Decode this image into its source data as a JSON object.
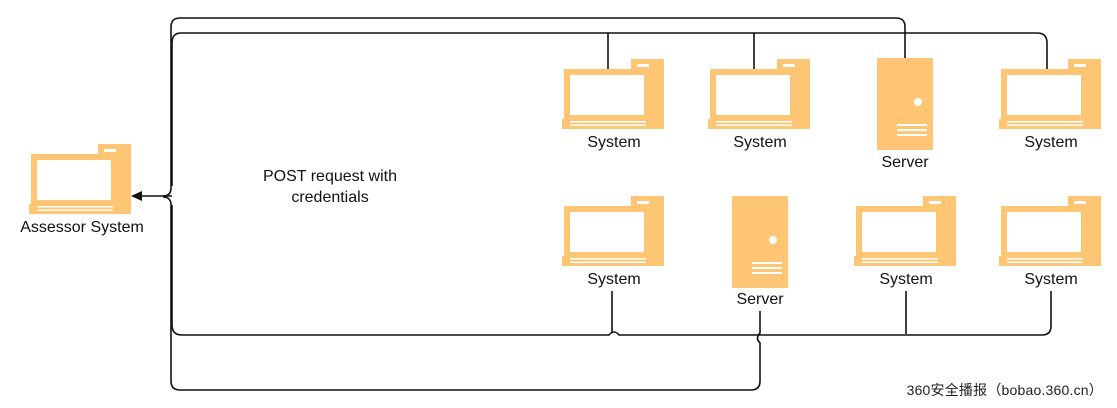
{
  "colors": {
    "node_fill": "#fec575",
    "node_fill_dark": "#f8b652",
    "line": "#111111",
    "background": "#ffffff"
  },
  "assessor": {
    "label": "Assessor System",
    "icon": "desktop-computer-icon"
  },
  "connector_label": {
    "line1": "POST request with",
    "line2": "credentials"
  },
  "nodes": [
    {
      "id": "system-top-1",
      "type": "system",
      "label": "System",
      "icon": "desktop-computer-icon"
    },
    {
      "id": "system-top-2",
      "type": "system",
      "label": "System",
      "icon": "desktop-computer-icon"
    },
    {
      "id": "server-top",
      "type": "server",
      "label": "Server",
      "icon": "server-tower-icon"
    },
    {
      "id": "system-top-4",
      "type": "system",
      "label": "System",
      "icon": "desktop-computer-icon"
    },
    {
      "id": "system-bottom-1",
      "type": "system",
      "label": "System",
      "icon": "desktop-computer-icon"
    },
    {
      "id": "server-bottom",
      "type": "server",
      "label": "Server",
      "icon": "server-tower-icon"
    },
    {
      "id": "system-bottom-3",
      "type": "system",
      "label": "System",
      "icon": "desktop-computer-icon"
    },
    {
      "id": "system-bottom-4",
      "type": "system",
      "label": "System",
      "icon": "desktop-computer-icon"
    }
  ],
  "watermark": "360安全播报（bobao.360.cn）"
}
